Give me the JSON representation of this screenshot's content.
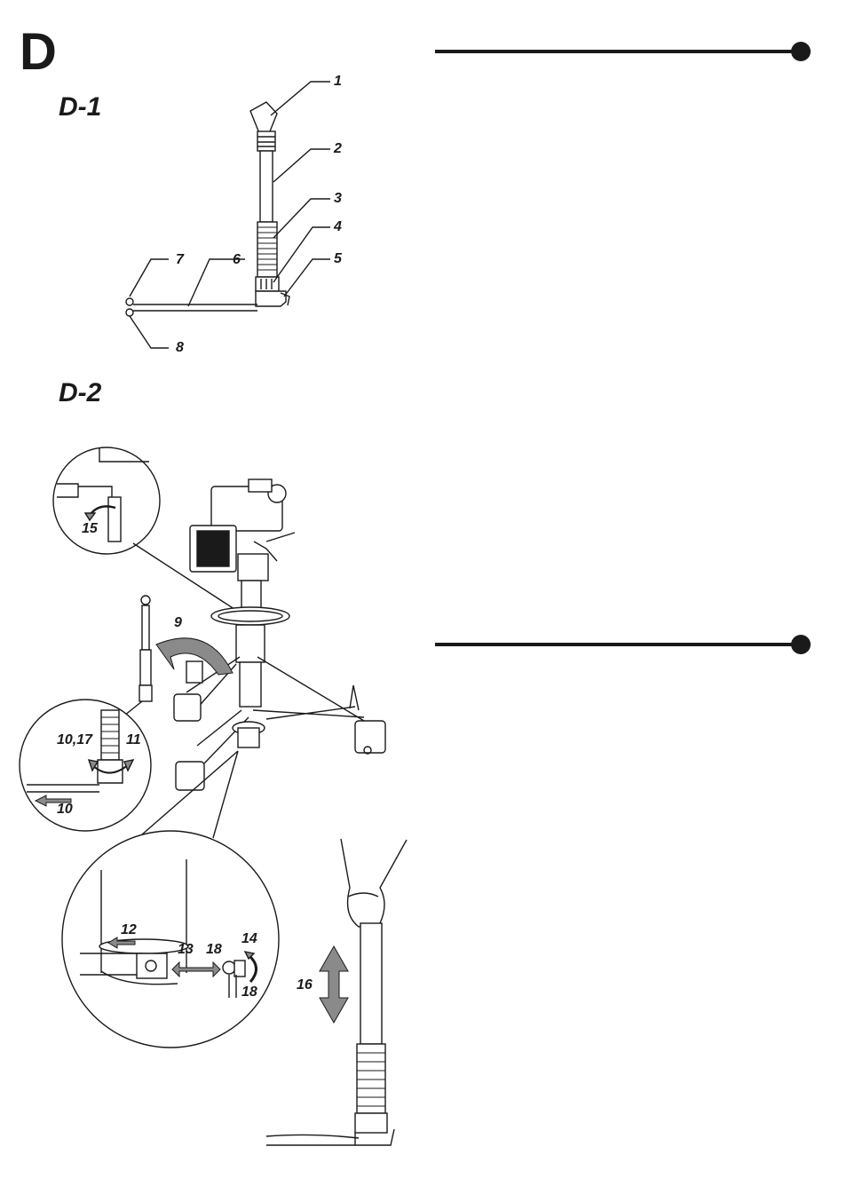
{
  "section": "D",
  "figures": {
    "d1": {
      "title": "D-1",
      "callouts": [
        "1",
        "2",
        "3",
        "4",
        "5",
        "6",
        "7",
        "8"
      ]
    },
    "d2": {
      "title": "D-2",
      "callouts": [
        "9",
        "10,17",
        "11",
        "10",
        "15",
        "12",
        "13",
        "18",
        "14",
        "18",
        "16"
      ]
    }
  }
}
